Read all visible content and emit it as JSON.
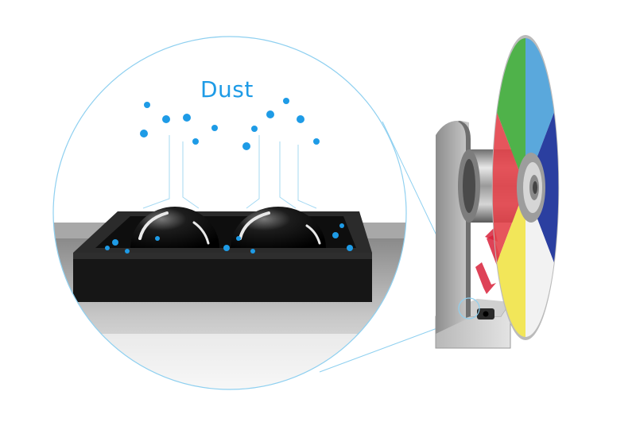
{
  "labels": {
    "dust": "Dust"
  },
  "colors": {
    "dust": "#1e9be6",
    "guide_line": "#8fd0f0",
    "wheel_green": "#4fb24a",
    "wheel_blue": "#5aa8dc",
    "wheel_navy": "#2b3fa0",
    "wheel_white": "#f4f4f4",
    "wheel_yellow": "#f2e659",
    "wheel_red": "#e3424a",
    "sensor_body": "#111111",
    "arrow_red": "#d8213a"
  },
  "icons": {
    "sensor": "dual-lens-sensor",
    "color_wheel": "projector-color-wheel",
    "motor": "motor-cylinder",
    "arrows": "up-down-arrows"
  }
}
